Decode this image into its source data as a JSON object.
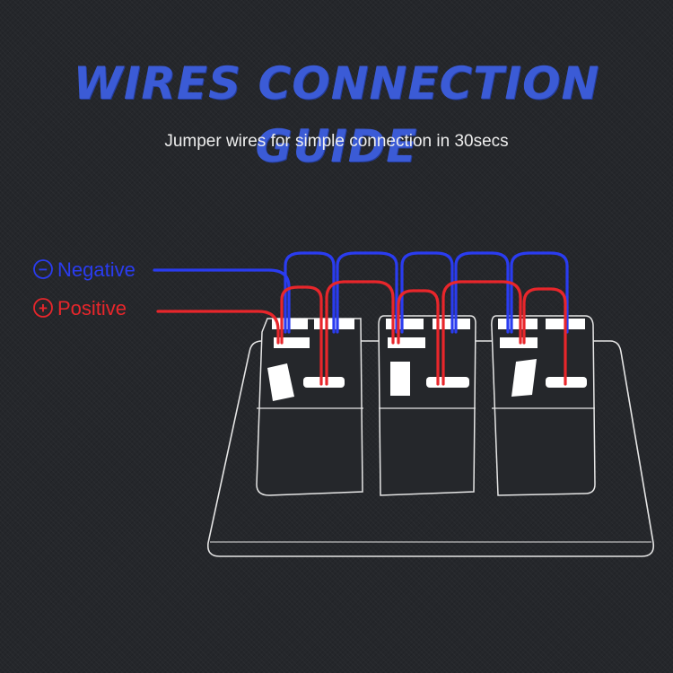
{
  "header": {
    "title": "WIRES CONNECTION GUIDE",
    "subtitle": "Jumper wires for simple connection in 30secs"
  },
  "legend": {
    "negative": {
      "symbol": "−",
      "label": "Negative",
      "color": "#2a3cf0"
    },
    "positive": {
      "symbol": "+",
      "label": "Positive",
      "color": "#e8262b"
    }
  },
  "colors": {
    "background": "#25272b",
    "title": "#3b5bd6",
    "outline": "#e6e6e6"
  }
}
